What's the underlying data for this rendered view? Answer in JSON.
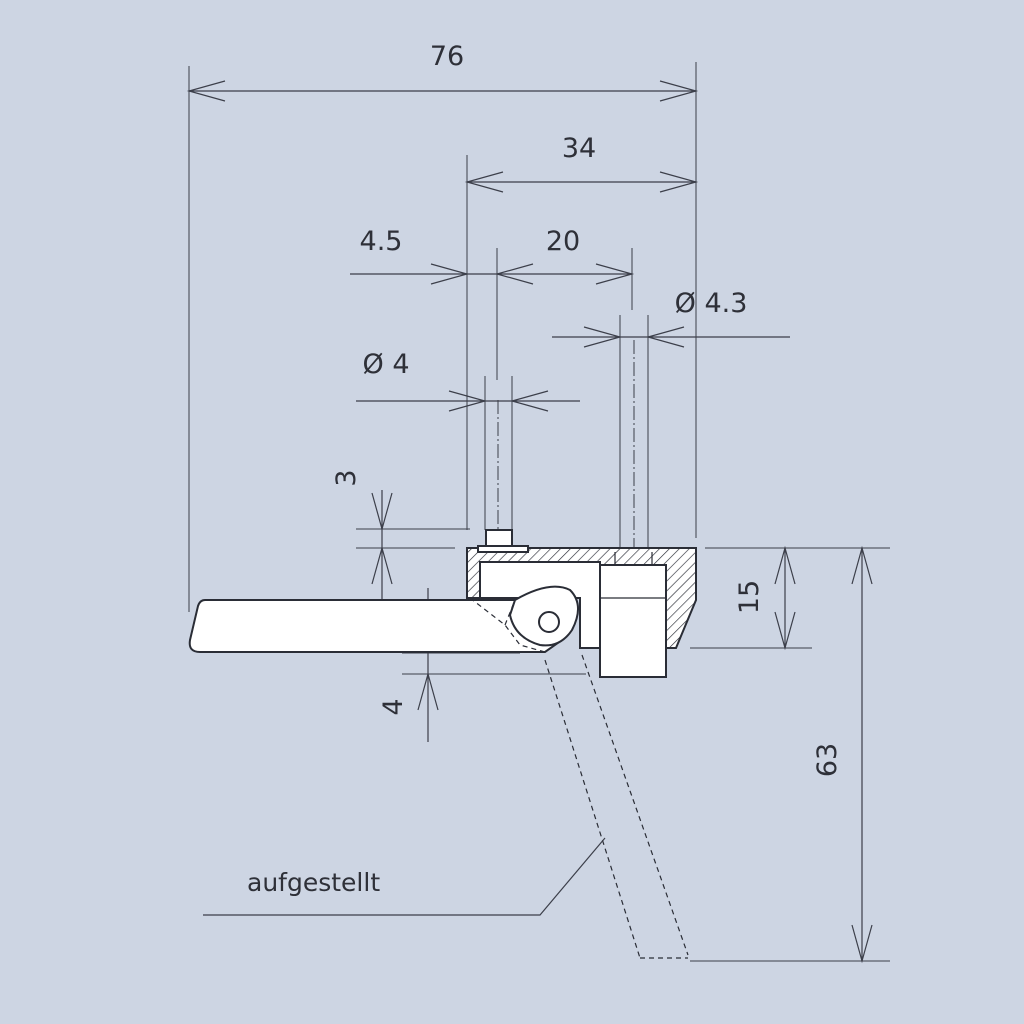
{
  "dimensions": {
    "overall_width": "76",
    "width_34": "34",
    "offset_4_5": "4.5",
    "spacing_20": "20",
    "dia_4_3": "Ø 4.3",
    "dia_4": "Ø 4",
    "height_3": "3",
    "height_15": "15",
    "height_4": "4",
    "height_63": "63"
  },
  "annotation": {
    "raised_position": "aufgestellt"
  },
  "colors": {
    "background": "#cdd5e3",
    "line": "#2a2d36",
    "part_fill": "#ffffff"
  }
}
